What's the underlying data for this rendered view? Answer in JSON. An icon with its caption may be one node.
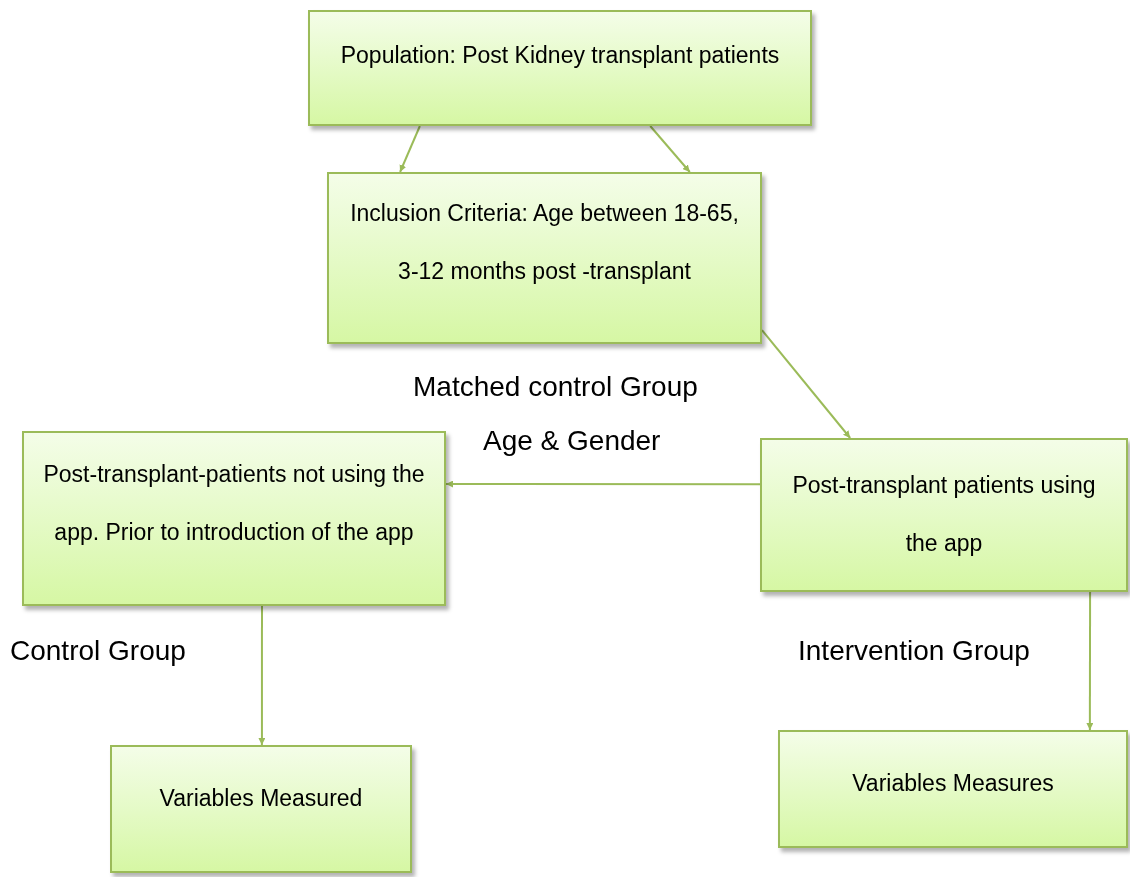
{
  "diagram": {
    "nodes": [
      {
        "text": [
          "Population: Post Kidney transplant patients"
        ]
      },
      {
        "text": [
          "Inclusion Criteria: Age between 18-65, 3-12 months post -transplant"
        ]
      },
      {
        "text": [
          "Post-transplant-patients not using the app. Prior to introduction of the app"
        ]
      },
      {
        "text": [
          "Post-transplant patients using the app"
        ]
      },
      {
        "text": [
          "Variables Measured"
        ]
      },
      {
        "text": [
          "Variables Measures"
        ]
      }
    ],
    "edges": [
      {
        "from": 0,
        "to": 1,
        "arrow": "to"
      },
      {
        "from": 0,
        "to": 1,
        "arrow": "to"
      },
      {
        "from": 1,
        "to": 3,
        "arrow": "to"
      },
      {
        "from": 3,
        "to": 2,
        "arrow": "to"
      },
      {
        "from": 2,
        "to": 4,
        "arrow": "to"
      },
      {
        "from": 3,
        "to": 5,
        "arrow": "to"
      }
    ],
    "labels": [
      "Matched control Group",
      "Age & Gender",
      "Control Group",
      "Intervention Group"
    ]
  }
}
